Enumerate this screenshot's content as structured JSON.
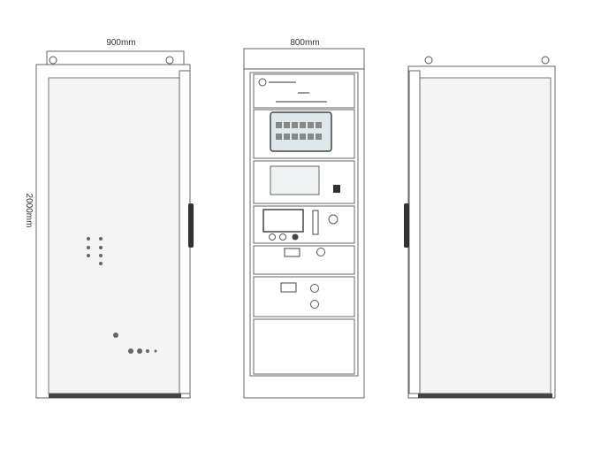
{
  "dimensions": {
    "left_width": "900mm",
    "center_width": "800mm",
    "height": "2000mm"
  },
  "colors": {
    "line": "#555555",
    "handle": "#333333",
    "screen": "#dfe8ea"
  }
}
